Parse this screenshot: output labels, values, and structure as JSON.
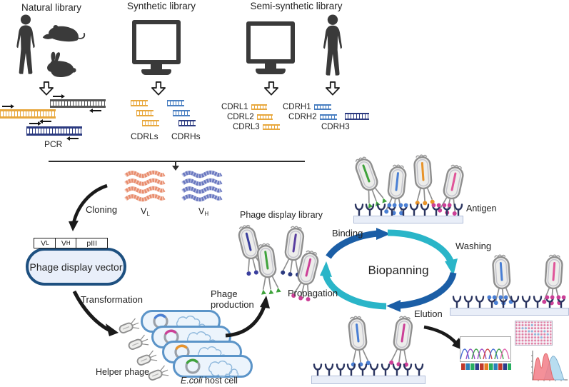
{
  "headers": {
    "natural": "Natural library",
    "synthetic": "Synthetic library",
    "semi": "Semi-synthetic library"
  },
  "natural": {
    "pcr": "PCR"
  },
  "synthetic": {
    "cdrls": "CDRLs",
    "cdrhs": "CDRHs"
  },
  "semi": {
    "cdrl1": "CDRL1",
    "cdrl2": "CDRL2",
    "cdrl3": "CDRL3",
    "cdrh1": "CDRH1",
    "cdrh2": "CDRH2",
    "cdrh3": "CDRH3"
  },
  "middle": {
    "cloning": "Cloning",
    "v": "V",
    "sub_l": "L",
    "sub_h": "H",
    "piii": "pIII",
    "vector_title": "Phage display vector",
    "transformation": "Transformation",
    "helper_phage": "Helper phage",
    "ecoli_name": "E.coli",
    "ecoli_rest": " host cell",
    "phage_production": "Phage production",
    "library_label": "Phage display library"
  },
  "cycle": {
    "center": "Biopanning",
    "binding": "Binding",
    "washing": "Washing",
    "elution": "Elution",
    "propagation": "Propagation",
    "antigen": "Antigen"
  },
  "colors": {
    "ink": "#232323",
    "dark": "#3a3a3a",
    "orange": "#e8a83e",
    "dnanavy": "#2b3a80",
    "dnablue": "#4a7fc1",
    "graybar": "#555555",
    "vl": "#e88d6e",
    "vh": "#6a78c0",
    "vectornavy": "#1e5080",
    "cellblue": "#5b94c8",
    "navy": "#1b5ea6",
    "teal": "#2ab5c8",
    "green": "#3fa33c",
    "blue": "#4a7fd4",
    "magenta": "#cc3f97",
    "purple": "#5a3fa0",
    "pink": "#e0559a",
    "orangetip": "#e8932a",
    "antnavy": "#2b3560",
    "linenavy": "#3a3f9e"
  }
}
